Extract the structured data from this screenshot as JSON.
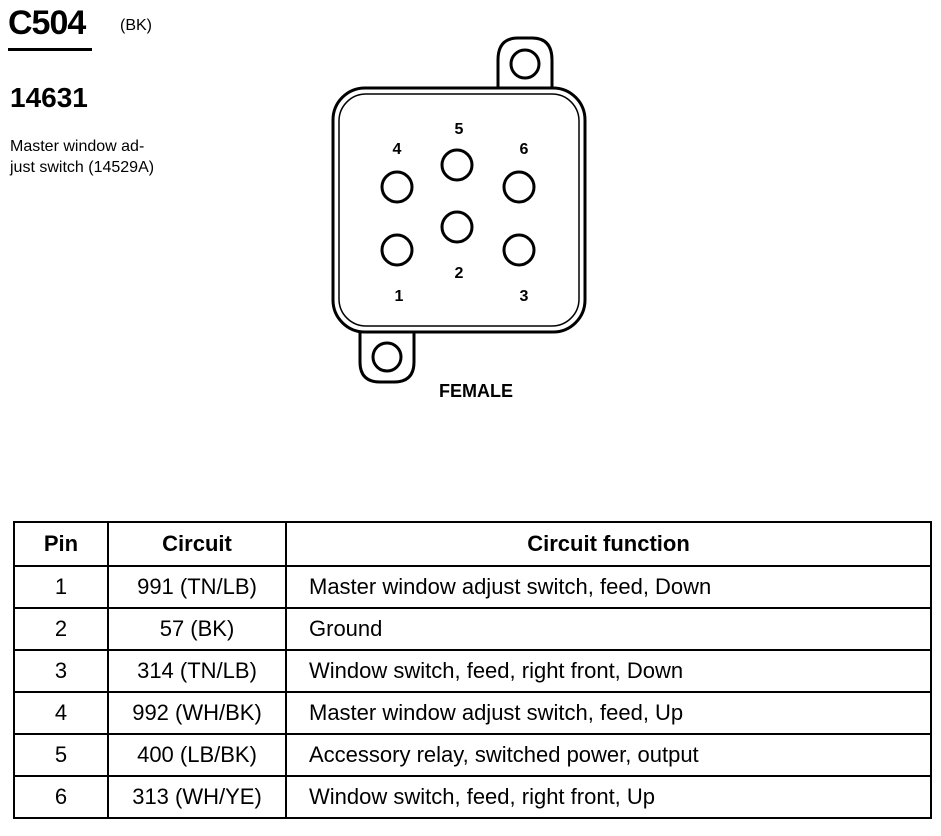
{
  "connector": {
    "id": "C504",
    "color": "(BK)",
    "part_number": "14631",
    "description_line1": "Master window ad-",
    "description_line2": "just switch (14529A)"
  },
  "diagram": {
    "pins": [
      {
        "label": "1"
      },
      {
        "label": "2"
      },
      {
        "label": "3"
      },
      {
        "label": "4"
      },
      {
        "label": "5"
      },
      {
        "label": "6"
      }
    ],
    "gender": "FEMALE"
  },
  "table": {
    "headers": {
      "pin": "Pin",
      "circuit": "Circuit",
      "function": "Circuit function"
    },
    "rows": [
      {
        "pin": "1",
        "circuit": "991 (TN/LB)",
        "function": "Master window adjust switch, feed, Down"
      },
      {
        "pin": "2",
        "circuit": "57 (BK)",
        "function": "Ground"
      },
      {
        "pin": "3",
        "circuit": "314 (TN/LB)",
        "function": "Window switch, feed, right front, Down"
      },
      {
        "pin": "4",
        "circuit": "992 (WH/BK)",
        "function": "Master window adjust switch, feed, Up"
      },
      {
        "pin": "5",
        "circuit": "400 (LB/BK)",
        "function": "Accessory relay, switched power, output"
      },
      {
        "pin": "6",
        "circuit": "313 (WH/YE)",
        "function": "Window switch, feed, right front, Up"
      }
    ]
  }
}
